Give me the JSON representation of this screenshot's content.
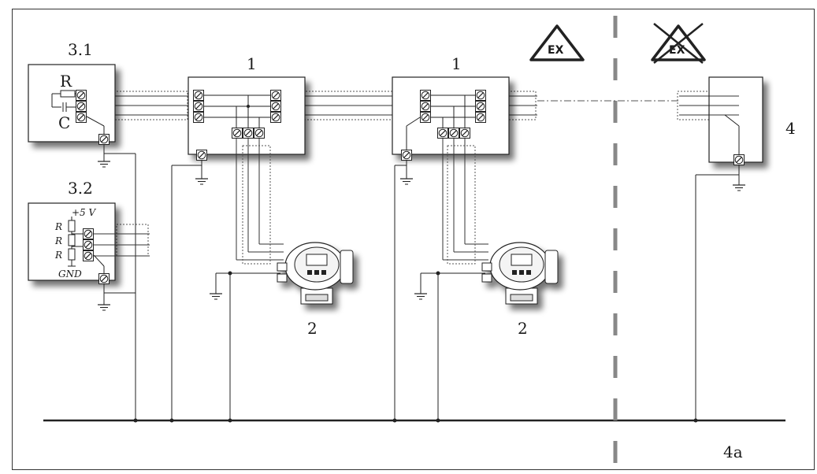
{
  "labels": {
    "master_termination": "3.1",
    "master_bias": "3.2",
    "junction_box_a": "1",
    "junction_box_b": "1",
    "device_a": "2",
    "device_b": "2",
    "non_ex_unit": "4",
    "equipotential_bus": "4a",
    "resistor": "R",
    "capacitor": "C",
    "supply": "+5 V",
    "ground": "GND",
    "bias_r1": "R",
    "bias_r2": "R",
    "bias_r3": "R",
    "ex_symbol": "EX",
    "non_ex_symbol": "EX"
  },
  "icons": [
    "ground-icon",
    "terminal-icon",
    "ex-warning-icon",
    "transmitter-icon"
  ]
}
